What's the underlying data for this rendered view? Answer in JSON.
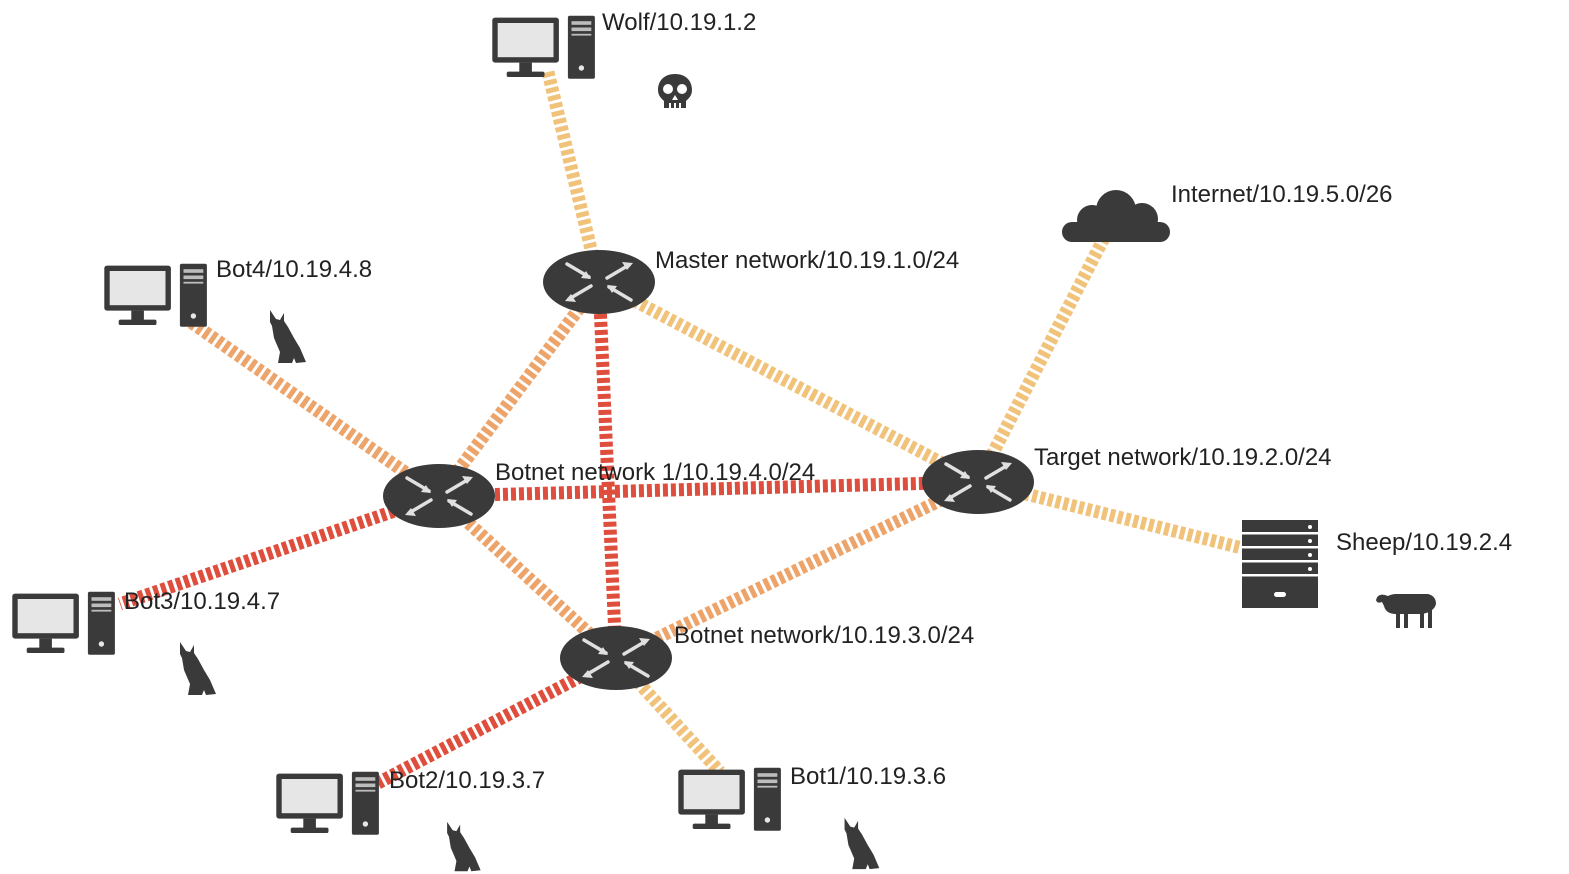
{
  "colors": {
    "link_light": "#f0c27a",
    "link_mid": "#eda46a",
    "link_hot": "#df4e3c",
    "device": "#3a3a3a",
    "screen": "#e6e6e6",
    "background": "#ffffff"
  },
  "nodes": {
    "wolf": {
      "label": "Wolf/10.19.1.2",
      "icon": "desktop-computer-icon",
      "badge": "skull-icon"
    },
    "master_router": {
      "label": "Master network/10.19.1.0/24",
      "icon": "router-icon"
    },
    "internet": {
      "label": "Internet/10.19.5.0/26",
      "icon": "cloud-icon"
    },
    "bot4": {
      "label": "Bot4/10.19.4.8",
      "icon": "desktop-computer-icon",
      "badge": "wolf-icon"
    },
    "botnet1_router": {
      "label": "Botnet network 1/10.19.4.0/24",
      "icon": "router-icon"
    },
    "target_router": {
      "label": "Target network/10.19.2.0/24",
      "icon": "router-icon"
    },
    "sheep": {
      "label": "Sheep/10.19.2.4",
      "icon": "server-icon",
      "badge": "sheep-icon"
    },
    "bot3": {
      "label": "Bot3/10.19.4.7",
      "icon": "desktop-computer-icon",
      "badge": "wolf-icon"
    },
    "botnet_router": {
      "label": "Botnet network/10.19.3.0/24",
      "icon": "router-icon"
    },
    "bot2": {
      "label": "Bot2/10.19.3.7",
      "icon": "desktop-computer-icon",
      "badge": "wolf-icon"
    },
    "bot1": {
      "label": "Bot1/10.19.3.6",
      "icon": "desktop-computer-icon",
      "badge": "wolf-icon"
    }
  },
  "links": [
    {
      "from": "wolf",
      "to": "master_router",
      "style": "light"
    },
    {
      "from": "internet",
      "to": "target_router",
      "style": "light"
    },
    {
      "from": "bot4",
      "to": "botnet1_router",
      "style": "mid"
    },
    {
      "from": "master_router",
      "to": "target_router",
      "style": "light"
    },
    {
      "from": "master_router",
      "to": "botnet1_router",
      "style": "mid"
    },
    {
      "from": "master_router",
      "to": "botnet_router",
      "style": "hot"
    },
    {
      "from": "botnet1_router",
      "to": "target_router",
      "style": "hot"
    },
    {
      "from": "target_router",
      "to": "sheep",
      "style": "light"
    },
    {
      "from": "target_router",
      "to": "botnet_router",
      "style": "mid"
    },
    {
      "from": "botnet1_router",
      "to": "bot3",
      "style": "hot"
    },
    {
      "from": "botnet1_router",
      "to": "botnet_router",
      "style": "mid"
    },
    {
      "from": "botnet_router",
      "to": "bot2",
      "style": "hot"
    },
    {
      "from": "botnet_router",
      "to": "bot1",
      "style": "light"
    }
  ]
}
